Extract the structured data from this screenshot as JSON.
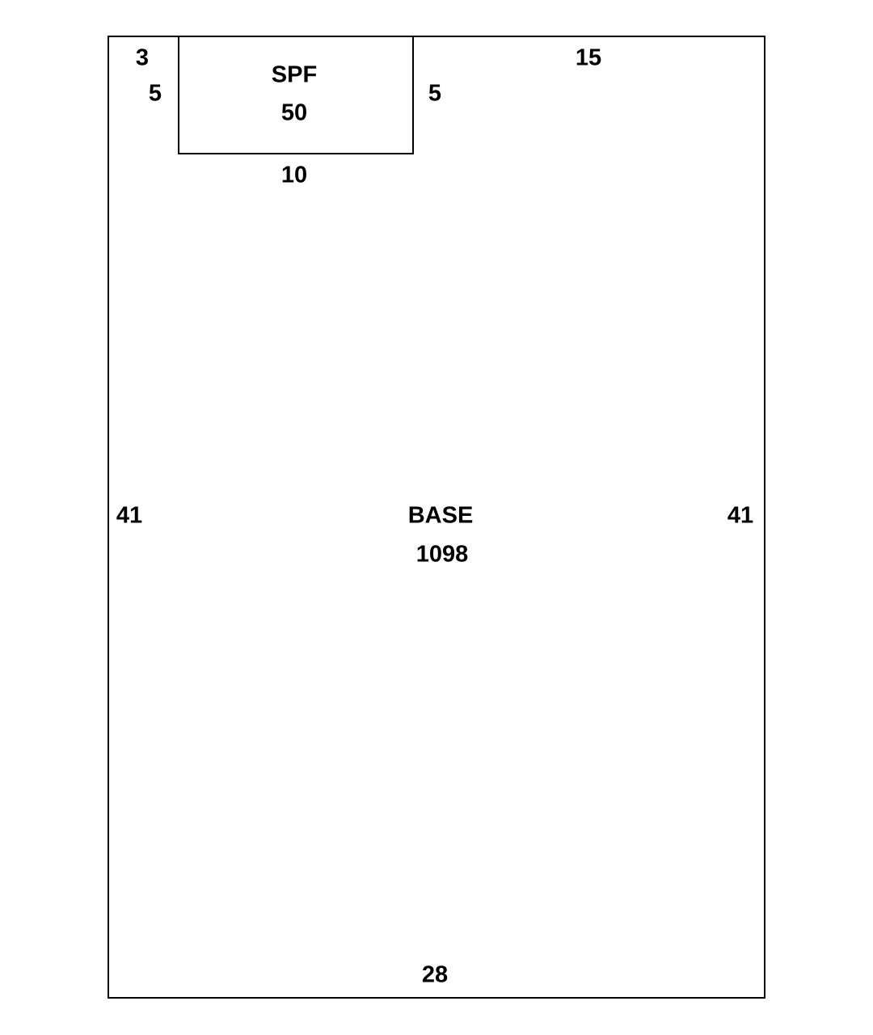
{
  "base": {
    "name": "BASE",
    "area": "1098",
    "dims": {
      "left": "41",
      "right": "41",
      "top": "15",
      "bottom": "28"
    }
  },
  "spf": {
    "name": "SPF",
    "area": "50",
    "dims": {
      "left": "5",
      "right": "5",
      "bottom": "10",
      "offset": "3"
    }
  },
  "colors": {
    "line": "#000000",
    "background": "#ffffff"
  }
}
